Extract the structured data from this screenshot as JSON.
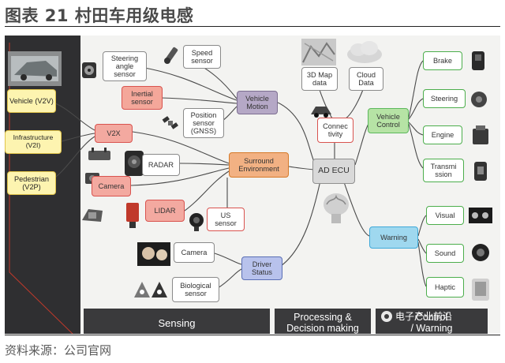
{
  "figure": {
    "title": "图表 21 村田车用级电感",
    "source": "资料来源：公司官网"
  },
  "colors": {
    "left_panel": "#2f2f31",
    "board": "#f3f3f1",
    "bottom_bar": "#3a3a3c",
    "wire": "#4a4a4a",
    "title_text": "#4a4a4a"
  },
  "nodes": {
    "v2v": "Vehicle (V2V)",
    "v2i": "Infrastructure (V2I)",
    "v2p": "Pedestrian (V2P)",
    "steering_sensor": "Steering angle sensor",
    "speed_sensor": "Speed sensor",
    "inertial_sensor": "Inertial sensor",
    "position_sensor": "Position sensor (GNSS)",
    "vehicle_motion": "Vehicle Motion",
    "v2x": "V2X",
    "radar": "RADAR",
    "camera_1": "Camera",
    "surround_environment": "Surround Environment",
    "lidar": "LIDAR",
    "us_sensor": "US sensor",
    "camera_2": "Camera",
    "biological_sensor": "Biological sensor",
    "driver_status": "Driver Status",
    "map_data": "3D Map data",
    "cloud_data": "Cloud Data",
    "connectivity": "Connec tivity",
    "ad_ecu": "AD ECU",
    "vehicle_control": "Vehicle Control",
    "brake": "Brake",
    "steering": "Steering",
    "engine": "Engine",
    "transmission": "Transmi ssion",
    "warning": "Warning",
    "visual": "Visual",
    "sound": "Sound",
    "haptic": "Haptic"
  },
  "bars": {
    "sensing": "Sensing",
    "processing_line1": "Processing &",
    "processing_line2": "Decision making",
    "warning_line1": "Control",
    "warning_line2": "/ Warning"
  },
  "watermark": "电子产业前沿",
  "icons": [
    "car-photo-icon",
    "gauge-icon",
    "speed-sensor-icon",
    "satellite-icon",
    "v2x-module-icon",
    "radar-unit-icon",
    "camera-unit-icon",
    "lidar-unit-icon",
    "ultrasonic-sensor-icon",
    "driver-face-icon",
    "biological-sensor-icon",
    "map-icon",
    "cloud-icon",
    "connectivity-car-icon",
    "brain-icon",
    "brake-icon",
    "steering-actuator-icon",
    "engine-icon",
    "transmission-icon",
    "display-icon",
    "speaker-icon",
    "haptic-icon",
    "dashboard-icon"
  ]
}
